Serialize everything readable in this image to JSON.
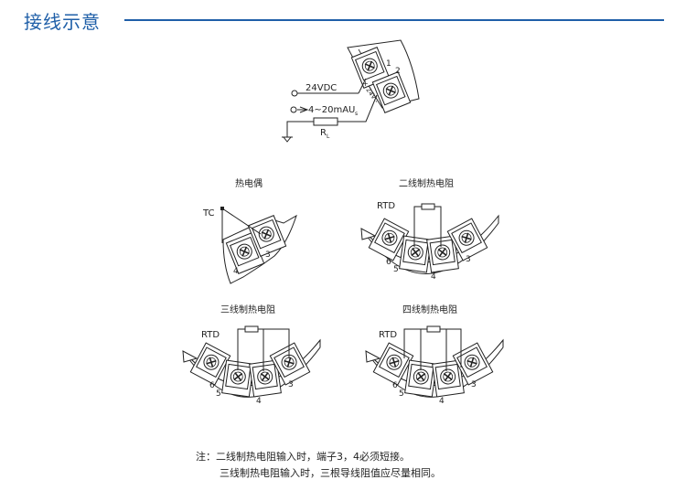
{
  "header": {
    "title": "接线示意"
  },
  "top_diagram": {
    "supply": "24VDC",
    "current": "4~20mA",
    "voltage_symbol": "U",
    "voltage_sub": "s",
    "load_symbol": "R",
    "load_sub": "L",
    "terminal_1": "1",
    "terminal_2": "2",
    "plus_sign": "+",
    "minus_label": "24V -"
  },
  "thermocouple": {
    "title": "热电偶",
    "tc_label": "TC",
    "t3": "3",
    "t4": "4"
  },
  "two_wire": {
    "title": "二线制热电阻",
    "rtd_label": "RTD",
    "t3": "3",
    "t4": "4",
    "t5": "5",
    "t6": "6"
  },
  "three_wire": {
    "title": "三线制热电阻",
    "rtd_label": "RTD",
    "t3": "3",
    "t4": "4",
    "t5": "5",
    "t6": "6"
  },
  "four_wire": {
    "title": "四线制热电阻",
    "rtd_label": "RTD",
    "t3": "3",
    "t4": "4",
    "t5": "5",
    "t6": "6"
  },
  "note": {
    "line1": "注：二线制热电阻输入时，端子3，4必须短接。",
    "line2": "三线制热电阻输入时，三根导线阻值应尽量相同。"
  }
}
